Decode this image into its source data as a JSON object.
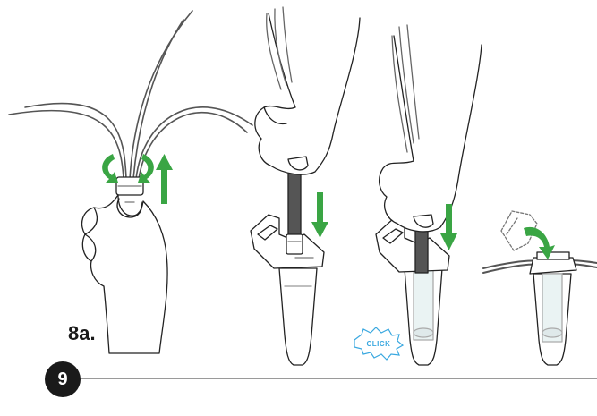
{
  "step_label": "8a.",
  "step_number": "9",
  "click_label": "CLICK",
  "colors": {
    "arrow_green": "#3aa544",
    "click_blue": "#3aa8e0",
    "outline": "#222222",
    "badge": "#1a1a1a"
  }
}
